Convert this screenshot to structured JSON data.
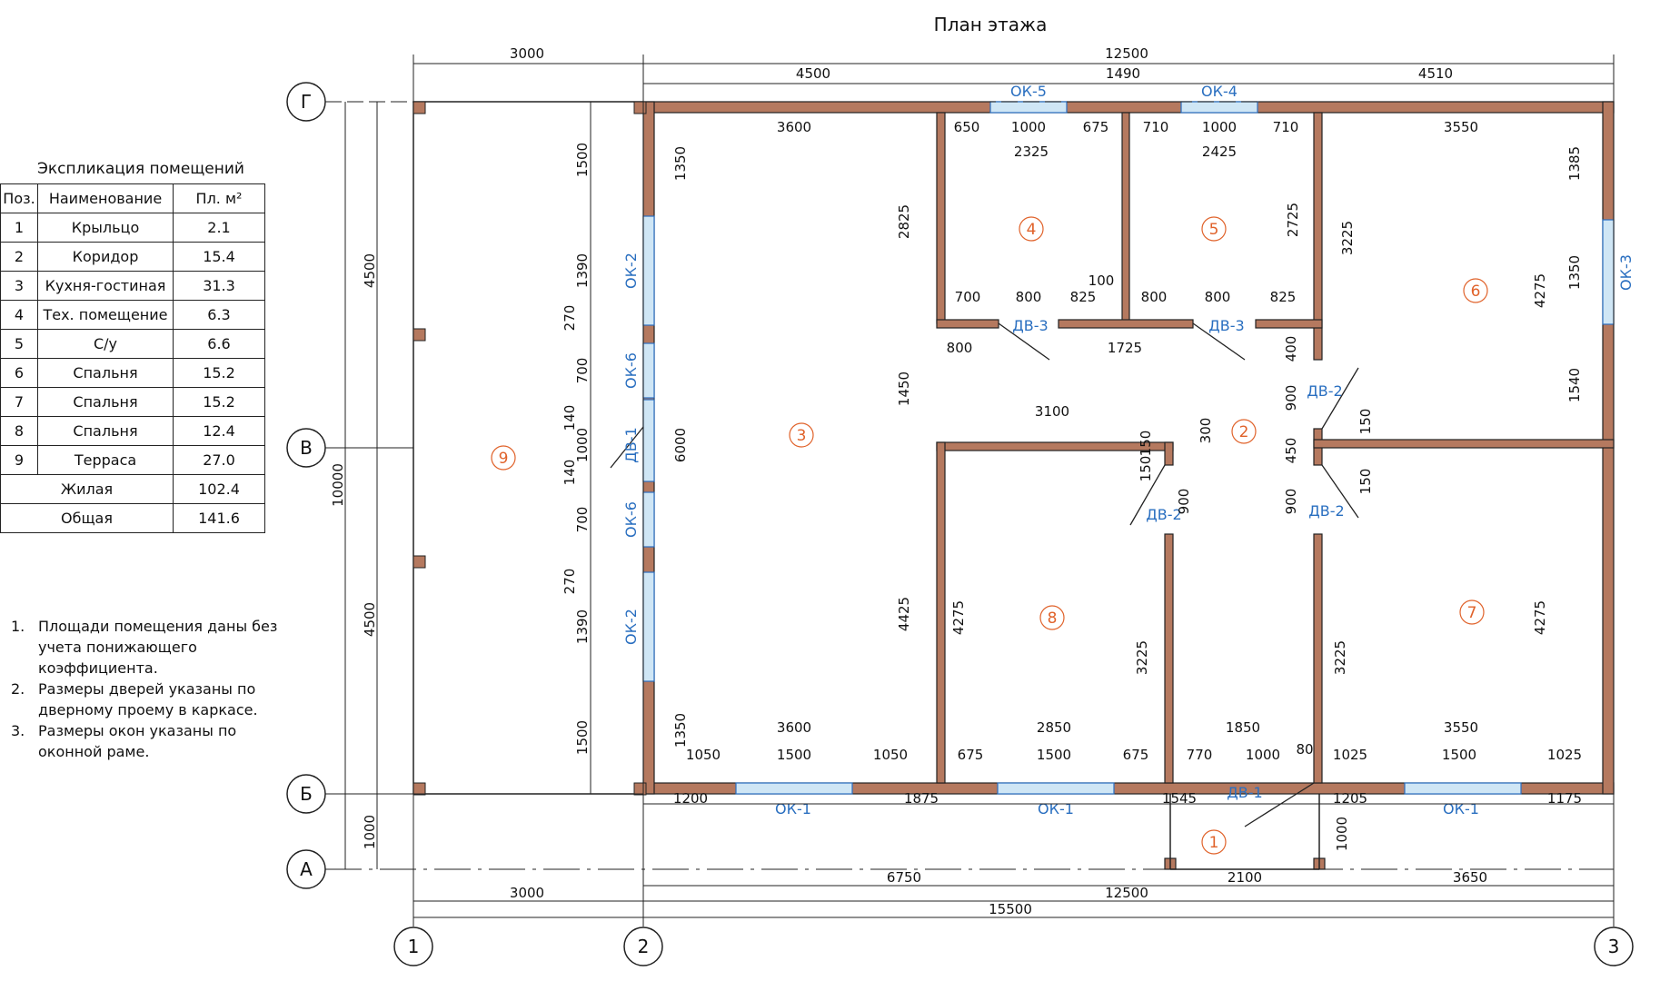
{
  "title": "План этажа",
  "legend": {
    "caption": "Экспликация помещений",
    "headers": [
      "Поз.",
      "Наименование",
      "Пл. м²"
    ],
    "rows": [
      [
        "1",
        "Крыльцо",
        "2.1"
      ],
      [
        "2",
        "Коридор",
        "15.4"
      ],
      [
        "3",
        "Кухня-гостиная",
        "31.3"
      ],
      [
        "4",
        "Тех. помещение",
        "6.3"
      ],
      [
        "5",
        "С/у",
        "6.6"
      ],
      [
        "6",
        "Спальня",
        "15.2"
      ],
      [
        "7",
        "Спальня",
        "15.2"
      ],
      [
        "8",
        "Спальня",
        "12.4"
      ],
      [
        "9",
        "Терраса",
        "27.0"
      ]
    ],
    "totals": [
      [
        "Жилая",
        "102.4"
      ],
      [
        "Общая",
        "141.6"
      ]
    ]
  },
  "notes": [
    {
      "n": "1.",
      "text": "Площади помещения даны без учета понижающего коэффициента."
    },
    {
      "n": "2.",
      "text": "Размеры дверей указаны по дверному проему в каркасе."
    },
    {
      "n": "3.",
      "text": "Размеры окон указаны по оконной раме."
    }
  ],
  "axes": {
    "rows": [
      "Г",
      "В",
      "Б",
      "А"
    ],
    "cols": [
      "1",
      "2",
      "3"
    ]
  },
  "rooms": [
    "1",
    "2",
    "3",
    "4",
    "5",
    "6",
    "7",
    "8",
    "9"
  ],
  "openings": [
    "ОК-1",
    "ОК-1",
    "ОК-1",
    "ОК-2",
    "ОК-2",
    "ОК-3",
    "ОК-4",
    "ОК-5",
    "ОК-6",
    "ОК-6",
    "ДВ-1",
    "ДВ-1",
    "ДВ-2",
    "ДВ-2",
    "ДВ-2",
    "ДВ-3",
    "ДВ-3"
  ],
  "dimensions": {
    "top1": [
      "3000",
      "12500"
    ],
    "top2": [
      "4500",
      "1490",
      "4510"
    ],
    "bottom_row1": [
      "1200",
      "1875",
      "1545",
      "1205",
      "1175"
    ],
    "bottom_row2": [
      "6750",
      "2100",
      "3650"
    ],
    "bottom_row3": [
      "3000",
      "12500"
    ],
    "bottom_row4": [
      "15500"
    ],
    "left_outer": [
      "4500",
      "4500",
      "1000"
    ],
    "left_total": "10000",
    "window_col": [
      "1500",
      "1390",
      "270",
      "700",
      "140",
      "1000",
      "140",
      "700",
      "270",
      "1390",
      "1500"
    ],
    "inner": [
      "3600",
      "650",
      "1000",
      "675",
      "710",
      "1000",
      "710",
      "3550",
      "2325",
      "2425",
      "1350",
      "2825",
      "6000",
      "2725",
      "3225",
      "1385",
      "1350",
      "4275",
      "700",
      "800",
      "825",
      "800",
      "800",
      "825",
      "100",
      "800",
      "1725",
      "400",
      "900",
      "1450",
      "3100",
      "300",
      "150",
      "450",
      "150",
      "150",
      "900",
      "150",
      "900",
      "1540",
      "4425",
      "4275",
      "3225",
      "3225",
      "4275",
      "1350",
      "3600",
      "2850",
      "1850",
      "3550",
      "1050",
      "1500",
      "1050",
      "675",
      "1500",
      "675",
      "770",
      "1000",
      "80",
      "1025",
      "1500",
      "1025",
      "1000"
    ]
  }
}
